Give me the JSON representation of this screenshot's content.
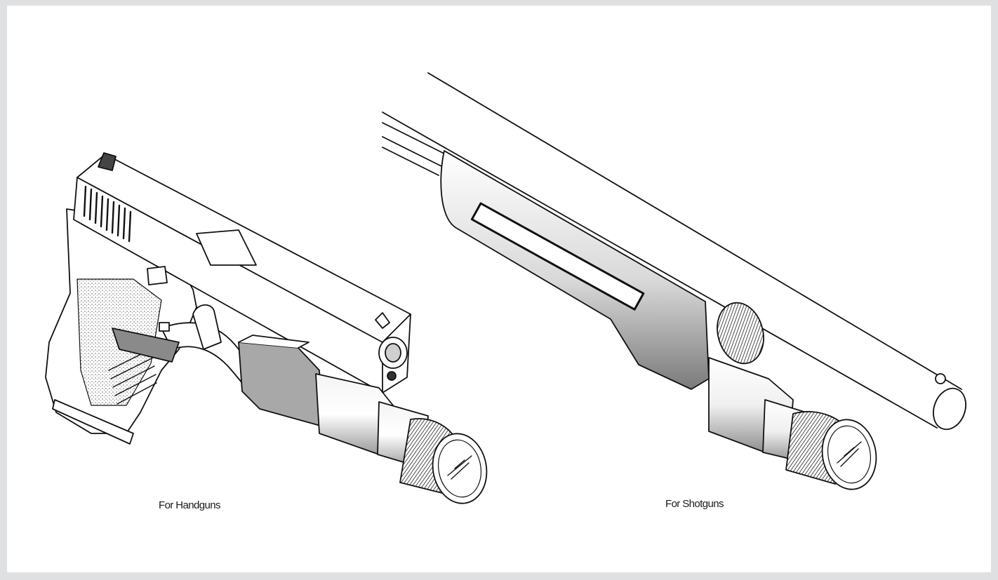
{
  "figure": {
    "background_color": "#dfe0e2",
    "panel_color": "#ffffff",
    "line_color": "#111111",
    "illustrations": [
      {
        "caption": "For Handguns",
        "subject": "handgun-with-mounted-flashlight-drawing"
      },
      {
        "caption": "For Shotguns",
        "subject": "shotgun-with-forend-flashlight-drawing"
      }
    ]
  }
}
